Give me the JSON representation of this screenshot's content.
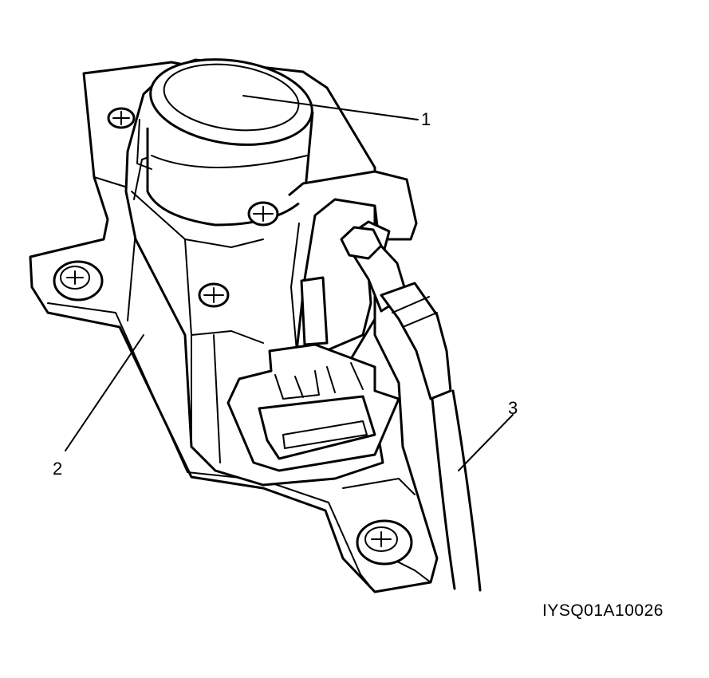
{
  "figure": {
    "callouts": [
      {
        "number": "1"
      },
      {
        "number": "2"
      },
      {
        "number": "3"
      }
    ],
    "code": "IYSQ01A10026"
  },
  "icons": [
    "screw-icon",
    "hex-nut-icon"
  ],
  "colors": {
    "ink": "#000000",
    "paper": "#ffffff"
  }
}
